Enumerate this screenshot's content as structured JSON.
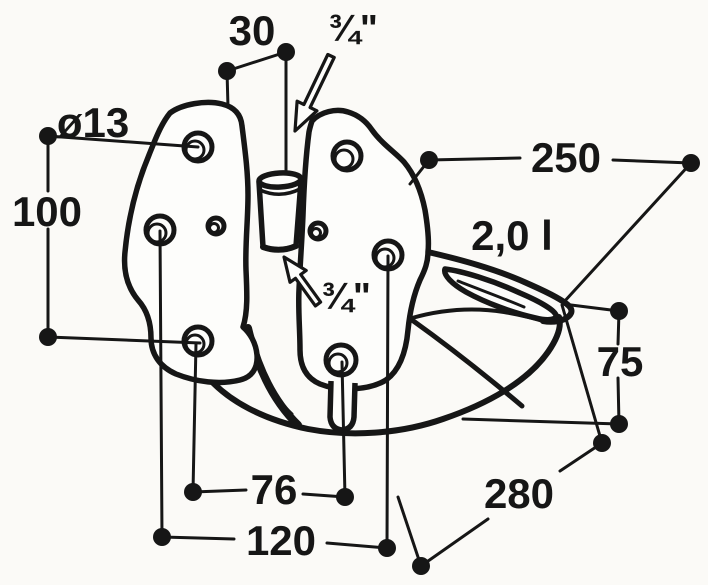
{
  "drawing_type": "technical-dimension-drawing",
  "subject": "drinking-bowl-with-mounting-plates",
  "colors": {
    "line": "#161616",
    "background": "#fbfaf7"
  },
  "labels": {
    "d30": "30",
    "thread_top": "¾\"",
    "d13": "ø13",
    "d100": "100",
    "d250": "250",
    "capacity": "2,0 l",
    "thread_bottom": "¾\"",
    "d75": "75",
    "d76": "76",
    "d120": "120",
    "d280": "280"
  }
}
